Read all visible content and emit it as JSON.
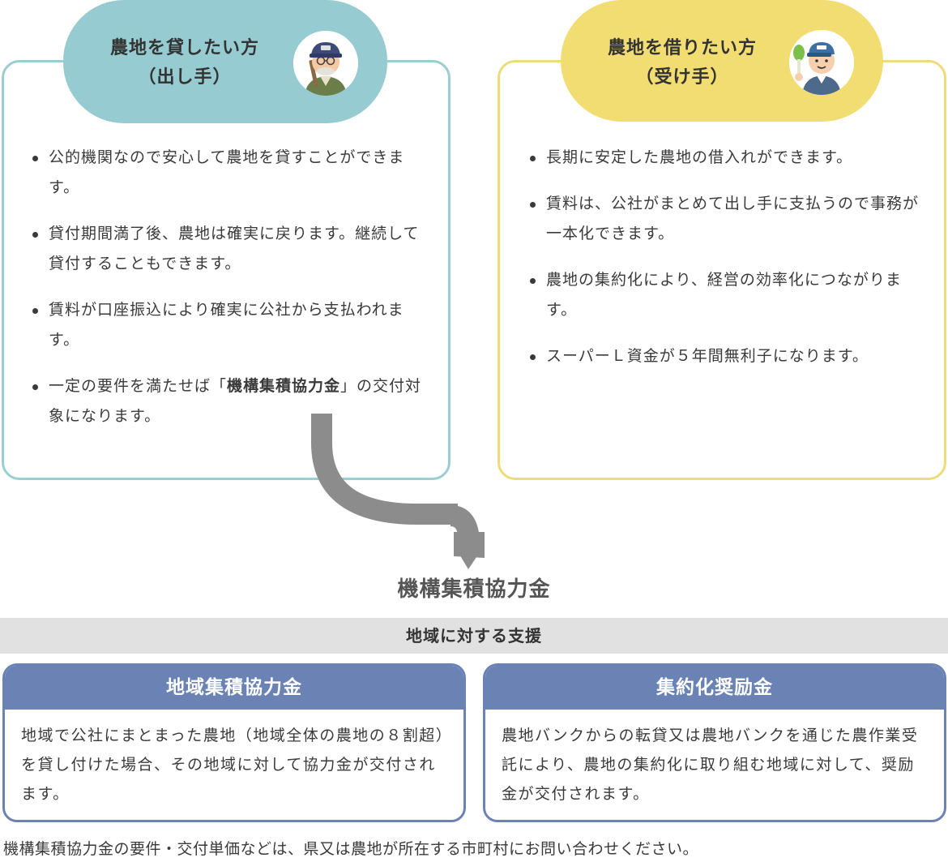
{
  "lender": {
    "title_line1": "農地を貸したい方",
    "title_line2": "（出し手）",
    "items": [
      {
        "text_a": "公的機関なので安心して農地を貸すことができます。"
      },
      {
        "text_a": "貸付期間満了後、農地は確実に戻ります。継続して貸付することもできます。"
      },
      {
        "text_a": "賃料が口座振込により確実に公社から支払われます。"
      },
      {
        "text_a": "一定の要件を満たせば「",
        "text_bold": "機構集積協力金",
        "text_b": "」の交付対象になります。"
      }
    ]
  },
  "borrower": {
    "title_line1": "農地を借りたい方",
    "title_line2": "（受け手）",
    "items": [
      {
        "text_a": "長期に安定した農地の借入れができます。"
      },
      {
        "text_a": "賃料は、公社がまとめて出し手に支払うので事務が一本化できます。"
      },
      {
        "text_a": "農地の集約化により、経営の効率化につながります。"
      },
      {
        "text_a": "スーパーＬ資金が５年間無利子になります。"
      }
    ]
  },
  "heading": "機構集積協力金",
  "band_label": "地域に対する支援",
  "cards": [
    {
      "title": "地域集積協力金",
      "body": "地域で公社にまとまった農地（地域全体の農地の８割超）を貸し付けた場合、その地域に対して協力金が交付されます。"
    },
    {
      "title": "集約化奨励金",
      "body": "農地バンクからの転貸又は農地バンクを通じた農作業受託により、農地の集約化に取り組む地域に対して、奨励金が交付されます。"
    }
  ],
  "footnote": "機構集積協力金の要件・交付単価などは、県又は農地が所在する市町村にお問い合わせください。",
  "colors": {
    "lender_accent": "#95cbd1",
    "borrower_accent": "#f2dd73",
    "card_accent": "#6b82b5",
    "arrow": "#8c8c8c",
    "band": "#e1e1e1"
  },
  "icons": {
    "lender_avatar": "elderly-farmer-icon",
    "borrower_avatar": "young-farmer-icon",
    "flow_arrow": "curved-arrow-down-icon"
  }
}
